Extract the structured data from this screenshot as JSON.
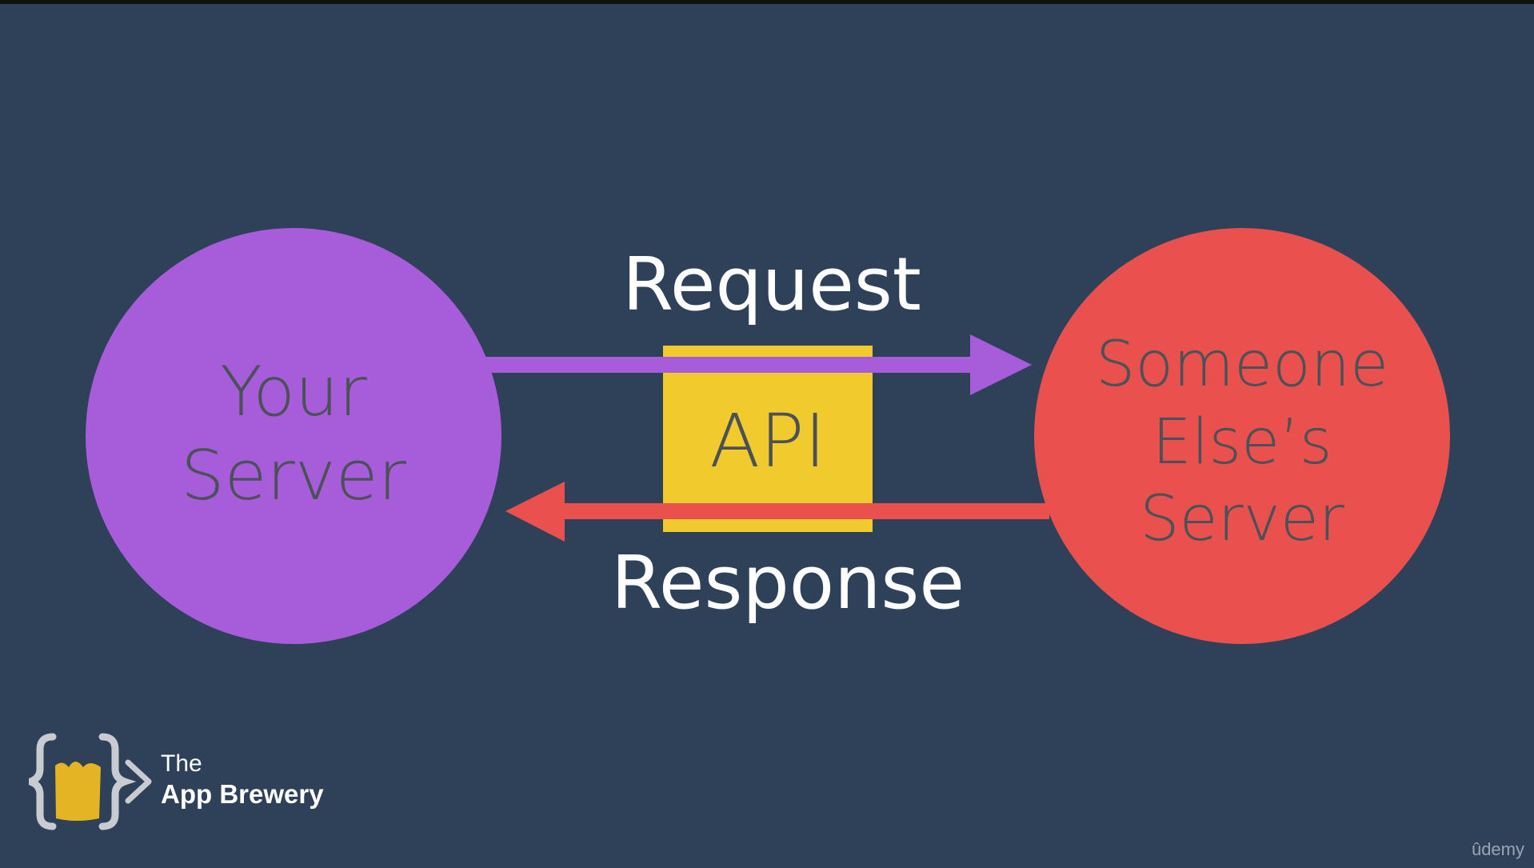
{
  "colors": {
    "background": "#2f4159",
    "your_server": "#a75cda",
    "other_server": "#e9514e",
    "api": "#f1cb2d",
    "node_text": "#4b5157",
    "edge_text": "#ffffff"
  },
  "nodes": {
    "your_server": "Your\nServer",
    "api": "API",
    "other_server": "Someone\nElse’s\nServer"
  },
  "edges": {
    "request": "Request",
    "response": "Response"
  },
  "logo": {
    "line1": "The",
    "line2": "App Brewery"
  },
  "watermark": "ûdemy"
}
